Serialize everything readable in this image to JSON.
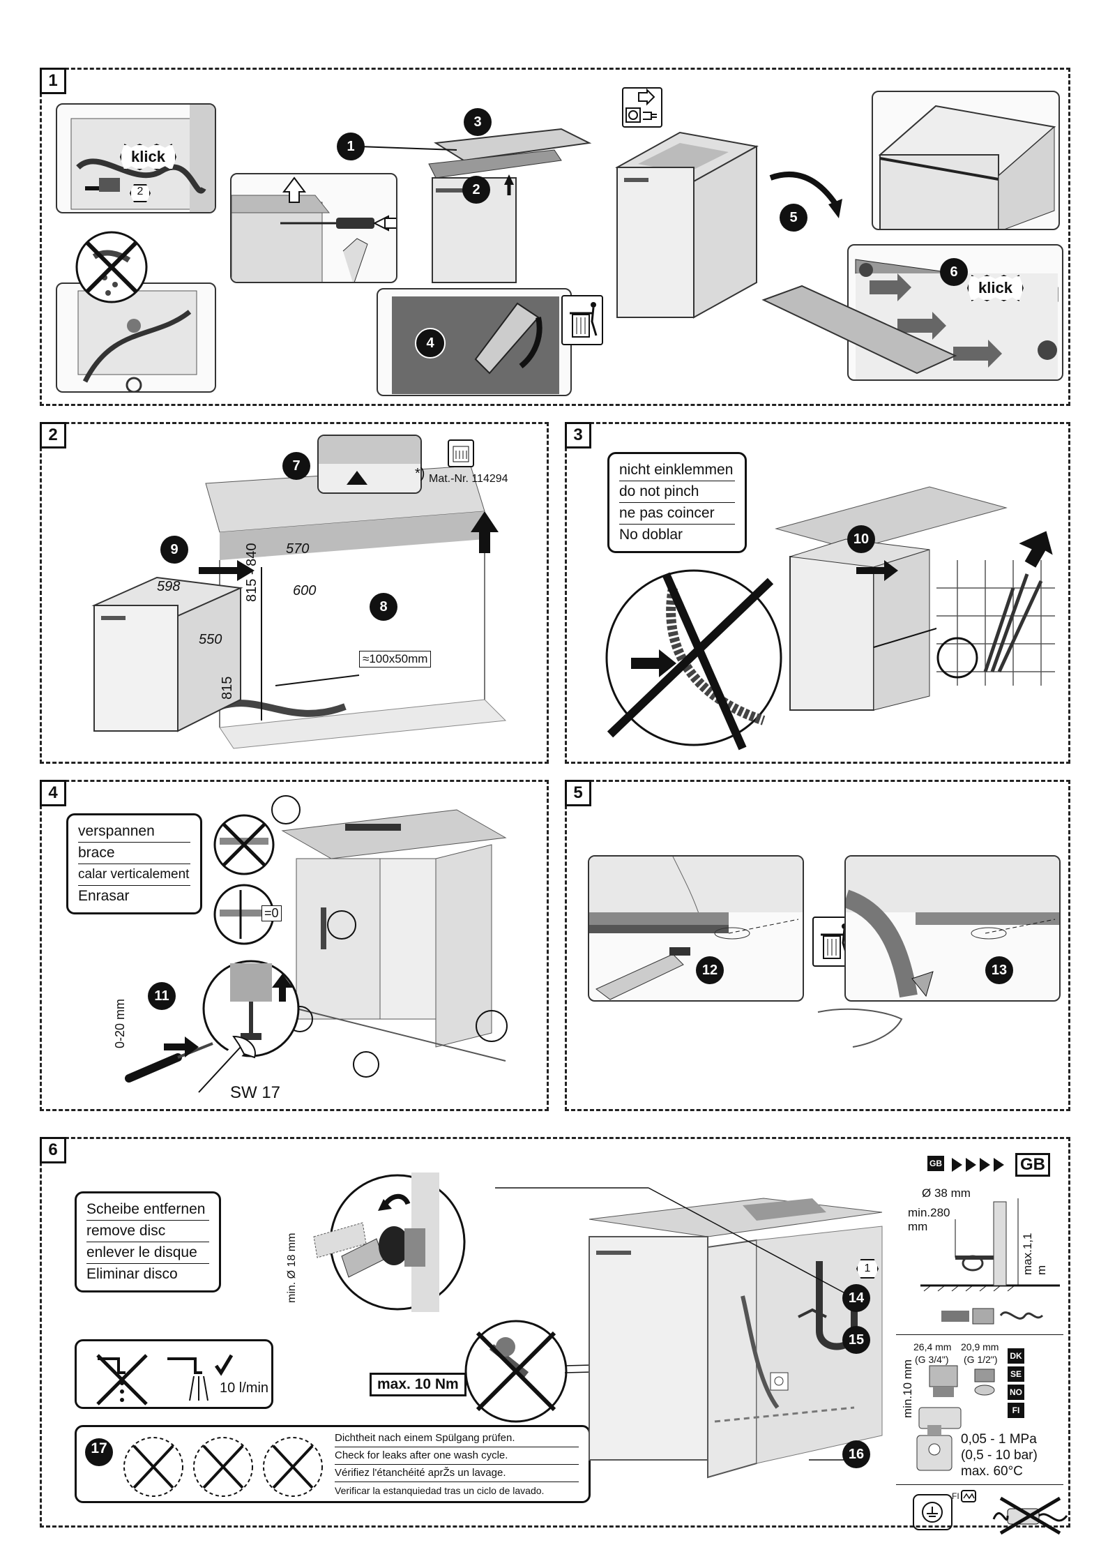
{
  "panels": [
    {
      "num": "1"
    },
    {
      "num": "2"
    },
    {
      "num": "3"
    },
    {
      "num": "4"
    },
    {
      "num": "5"
    },
    {
      "num": "6"
    }
  ],
  "steps": {
    "s1": "1",
    "s2": "2",
    "s3": "3",
    "s4": "4",
    "s5": "5",
    "s6": "6",
    "s7": "7",
    "s8": "8",
    "s9": "9",
    "s10": "10",
    "s11": "11",
    "s12": "12",
    "s13": "13",
    "s14": "14",
    "s15": "15",
    "s16": "16",
    "s17": "17"
  },
  "panel1": {
    "klick1": "klick",
    "klick2": "klick",
    "sub2": "2"
  },
  "panel2": {
    "matnr": "Mat.-Nr. 114294",
    "asterisk": "*)",
    "dim_815_840": "815 - 840",
    "dim_570": "570",
    "dim_600": "600",
    "dim_598": "598",
    "dim_550": "550",
    "dim_815": "815",
    "dim_hole": "≈100x50mm"
  },
  "panel3": {
    "warn": [
      "nicht einklemmen",
      "do not pinch",
      "ne pas coincer",
      "No doblar"
    ]
  },
  "panel4": {
    "brace": [
      "verspannen",
      "brace",
      "calar verticalement",
      "Enrasar"
    ],
    "eq0": "=0",
    "dim_0_20": "0-20 mm",
    "sw": "SW 17"
  },
  "panel6": {
    "disc": [
      "Scheibe entfernen",
      "remove disc",
      "enlever le disque",
      "Eliminar disco"
    ],
    "flow": "10 l/min",
    "torque": "max. 10 Nm",
    "min18": "min. Ø 18 mm",
    "leaks": [
      "Dichtheit nach einem Spülgang prüfen.",
      "Check for leaks after one wash cycle.",
      "Vérifiez l'étanchéité aprŽs un lavage.",
      "Verificar la estanquiedad tras un ciclo de lavado."
    ],
    "gb_small": "GB",
    "gb_big": "GB",
    "d38": "Ø 38 mm",
    "min280": "min.280",
    "mm": "mm",
    "max11": "max.1,1 m",
    "circ1": "1",
    "thread1": "26,4 mm",
    "thread1g": "(G 3/4\")",
    "thread2": "20,9 mm",
    "thread2g": "(G 1/2\")",
    "min10": "min.10 mm",
    "countries": [
      "DK",
      "SE",
      "NO",
      "FI"
    ],
    "press1": "0,05 - 1 MPa",
    "press2": "(0,5 - 10 bar)",
    "press3": "max. 60°C",
    "fi": "FI"
  },
  "colors": {
    "ink": "#111111",
    "panel_fill": "#f4f4f4",
    "appliance_grey": "#d9d9d9",
    "dark_grey": "#555555"
  }
}
